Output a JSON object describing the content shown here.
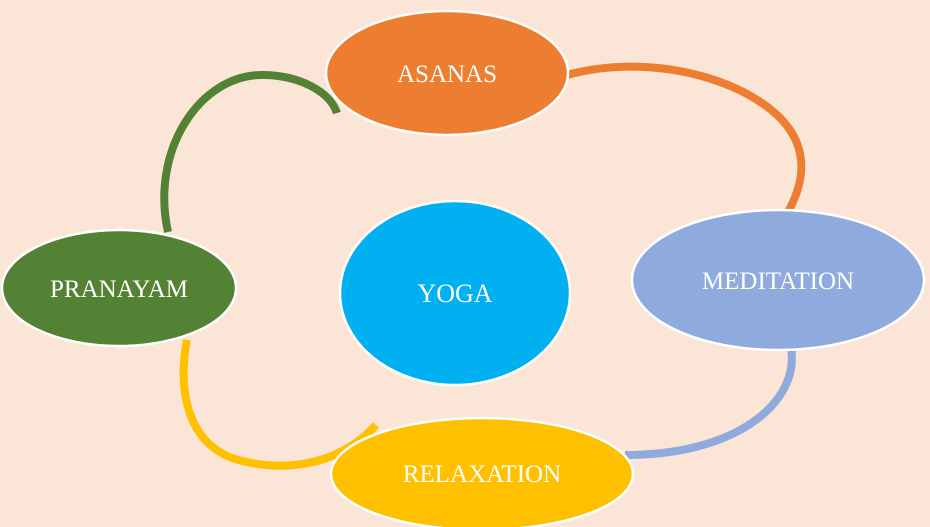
{
  "background_color": "#fbe5d6",
  "nodes": {
    "center": {
      "label": "YOGA",
      "color": "#00b0f0"
    },
    "top": {
      "label": "ASANAS",
      "color": "#ed7d31"
    },
    "right": {
      "label": "MEDITATION",
      "color": "#8faadc"
    },
    "bottom": {
      "label": "RELAXATION",
      "color": "#ffc000"
    },
    "left": {
      "label": "PRANAYAM",
      "color": "#548235"
    }
  },
  "connectors": {
    "left_to_top": {
      "color": "#548235"
    },
    "top_to_right": {
      "color": "#ed7d31"
    },
    "right_to_bottom": {
      "color": "#8faadc"
    },
    "bottom_to_left": {
      "color": "#ffc000"
    }
  }
}
